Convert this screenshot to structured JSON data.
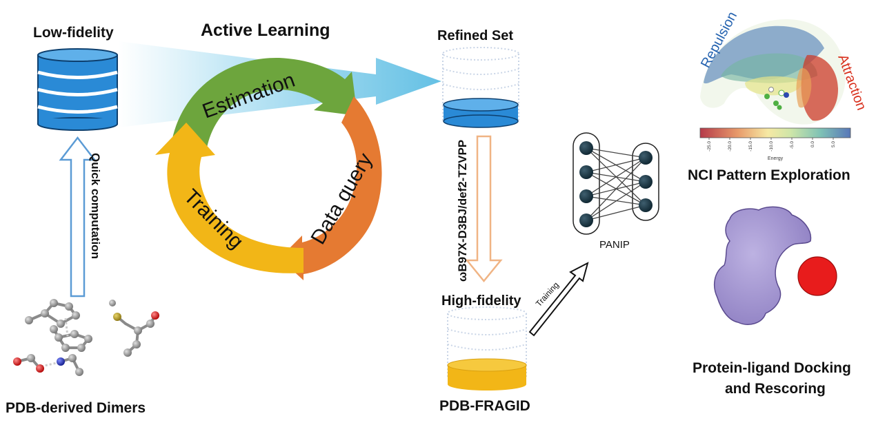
{
  "labels": {
    "low_fidelity": "Low-fidelity",
    "active_learning": "Active Learning",
    "refined_set": "Refined Set",
    "quick_computation": "Quick computation",
    "pdb_derived_dimers": "PDB-derived Dimers",
    "method": "ωB97X-D3BJ/def2-TZVPP",
    "high_fidelity": "High-fidelity",
    "training_arrow": "Training",
    "pdb_fragid": "PDB-FRAGID",
    "panip": "PANIP",
    "nci_title": "NCI Pattern Exploration",
    "repulsion": "Repulsion",
    "attraction": "Attraction",
    "energy_axis": "Energy",
    "docking_title_line1": "Protein-ligand Docking",
    "docking_title_line2": "and Rescoring"
  },
  "cycle": {
    "estimation": "Estimation",
    "data_query": "Data query",
    "training": "Training"
  },
  "colorbar_ticks": [
    "-25.0",
    "-20.0",
    "-15.0",
    "-10.0",
    "-5.0",
    "0.0",
    "5.0"
  ],
  "colors": {
    "low_fidelity_db": "#2a8ad6",
    "refined_db": "#2a8ad6",
    "high_fidelity_db": "#f2b617",
    "estimation": "#6da53d",
    "data_query": "#e57a32",
    "training": "#f2b617",
    "repulsion": "#2563b0",
    "attraction": "#d9321f",
    "ligand": "#e81c1c",
    "protein": "#a597cf"
  }
}
